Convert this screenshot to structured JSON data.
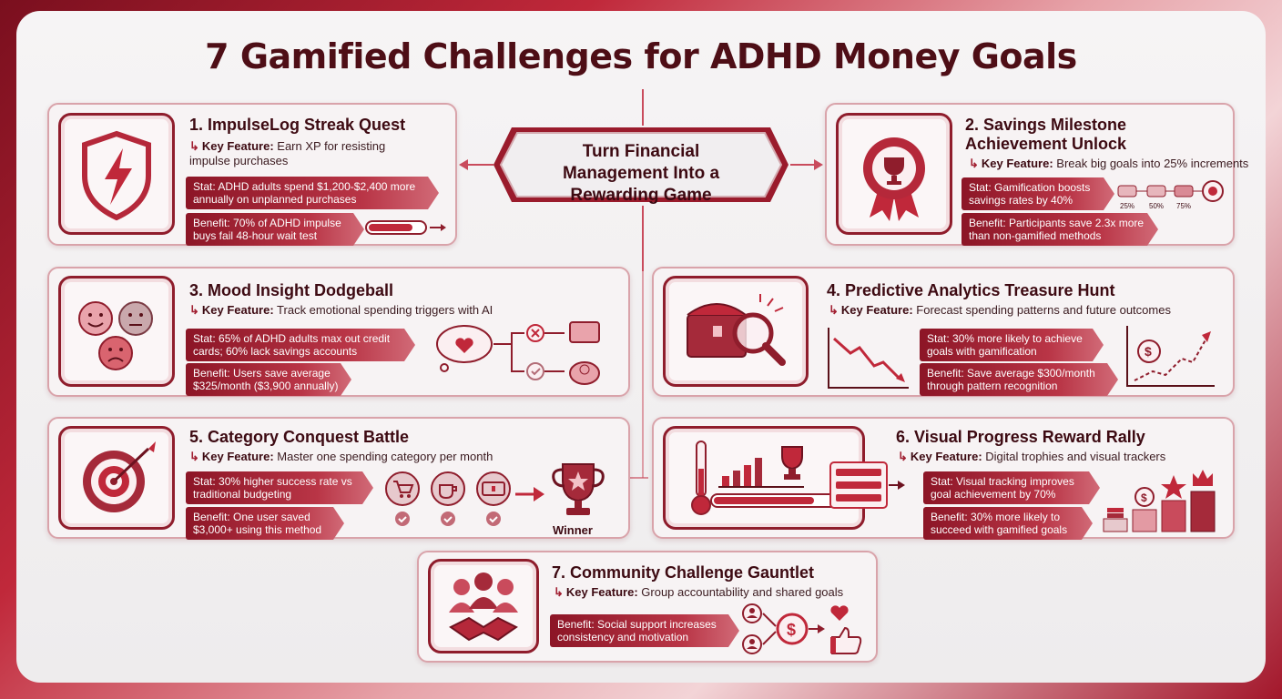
{
  "title": "7 Gamified Challenges for ADHD Money Goals",
  "center": "Turn Financial Management Into a Rewarding Game",
  "key_feature_label": "Key Feature:",
  "cards": [
    {
      "title": "1. ImpulseLog Streak Quest",
      "key_feature": "Earn XP for resisting impulse purchases",
      "stat": "Stat: ADHD adults spend $1,200-$2,400 more annually on unplanned purchases",
      "benefit": "Benefit: 70% of ADHD impulse buys fail 48-hour wait test"
    },
    {
      "title": "2. Savings Milestone Achievement Unlock",
      "key_feature": "Break big goals into 25% increments",
      "stat": "Stat: Gamification boosts savings rates by 40%",
      "benefit": "Benefit: Participants save 2.3x more than non-gamified methods",
      "milestones": [
        "25%",
        "50%",
        "75%"
      ]
    },
    {
      "title": "3. Mood Insight Dodgeball",
      "key_feature": "Track emotional spending triggers with AI",
      "stat": "Stat: 65% of ADHD adults max out credit cards; 60% lack savings accounts",
      "benefit": "Benefit: Users save average $325/month ($3,900 annually)"
    },
    {
      "title": "4. Predictive Analytics Treasure Hunt",
      "key_feature": "Forecast spending patterns and future outcomes",
      "stat": "Stat: 30% more likely to achieve goals with gamification",
      "benefit": "Benefit: Save average $300/month through pattern recognition"
    },
    {
      "title": "5. Category Conquest Battle",
      "key_feature": "Master one spending category per month",
      "stat": "Stat: 30% higher success rate vs traditional budgeting",
      "benefit": "Benefit: One user saved $3,000+ using this method",
      "winner": "Winner"
    },
    {
      "title": "6. Visual Progress Reward Rally",
      "key_feature": "Digital trophies and visual trackers",
      "stat": "Stat: Visual tracking improves goal achievement by 70%",
      "benefit": "Benefit: 30% more likely to succeed with gamified goals"
    },
    {
      "title": "7. Community Challenge Gauntlet",
      "key_feature": "Group accountability and shared goals",
      "benefit": "Benefit: Social support increases consistency and motivation"
    }
  ],
  "colors": {
    "primary": "#8f1d2c",
    "accent": "#c0283a",
    "light": "#f3dde0"
  }
}
